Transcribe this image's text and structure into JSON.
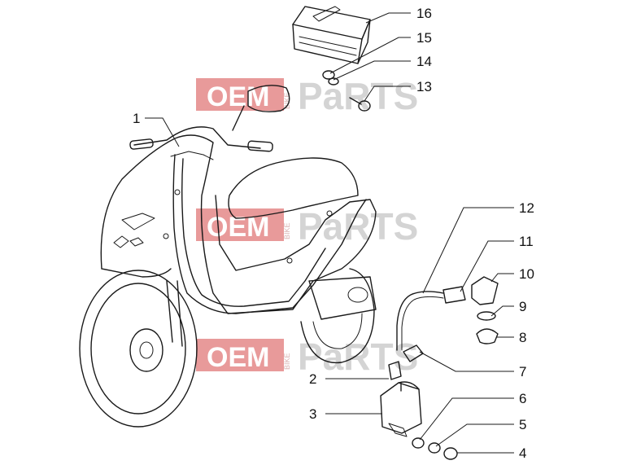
{
  "watermark": {
    "oem": "OEM",
    "bike": "BIKE",
    "parts": "PaRTS",
    "accent": "#e03a3a"
  },
  "callouts": [
    "1",
    "2",
    "3",
    "4",
    "5",
    "6",
    "7",
    "8",
    "9",
    "10",
    "11",
    "12",
    "13",
    "14",
    "15",
    "16"
  ]
}
